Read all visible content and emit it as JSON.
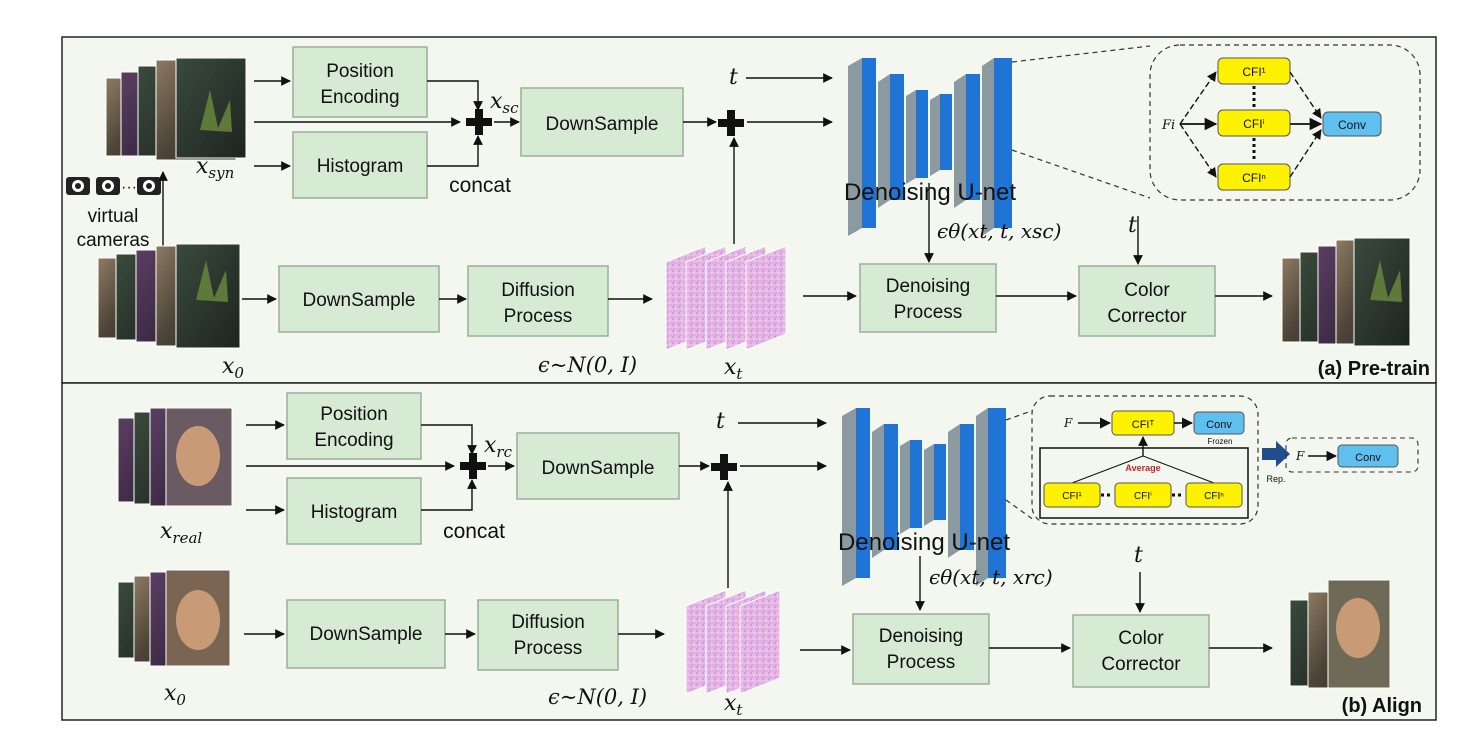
{
  "panels": {
    "pretrain": {
      "label": "(a) Pre-train",
      "position_encoding": [
        "Position",
        "Encoding"
      ],
      "histogram": "Histogram",
      "concat": "concat",
      "downsample_top": "DownSample",
      "downsample_bottom": "DownSample",
      "diffusion": [
        "Diffusion",
        "Process"
      ],
      "denoising": [
        "Denoising",
        "Process"
      ],
      "color_corrector": [
        "Color",
        "Corrector"
      ],
      "unet": "Denoising U-net",
      "virtual_cameras": [
        "virtual",
        "cameras"
      ],
      "camera_dots": "···",
      "x_sc": "x",
      "x_sc_sub": "sc",
      "x_syn": "x",
      "x_syn_sub": "syn",
      "x0": "x",
      "x0_sub": "0",
      "xt": "x",
      "xt_sub": "t",
      "t1": "t",
      "t2": "t",
      "epsilon_noise": "ϵ∼N(0, I)",
      "epsilon_theta": "ϵθ(xt, t, xsc)",
      "inset": {
        "fi": "Fi",
        "cfi1": "CFI¹",
        "cfii": "CFIⁱ",
        "cfin": "CFIⁿ",
        "conv": "Conv"
      }
    },
    "align": {
      "label": "(b) Align",
      "position_encoding": [
        "Position",
        "Encoding"
      ],
      "histogram": "Histogram",
      "concat": "concat",
      "downsample_top": "DownSample",
      "downsample_bottom": "DownSample",
      "diffusion": [
        "Diffusion",
        "Process"
      ],
      "denoising": [
        "Denoising",
        "Process"
      ],
      "color_corrector": [
        "Color",
        "Corrector"
      ],
      "unet": "Denoising U-net",
      "x_rc": "x",
      "x_rc_sub": "rc",
      "x_real": "x",
      "x_real_sub": "real",
      "x0": "x",
      "x0_sub": "0",
      "xt": "x",
      "xt_sub": "t",
      "t1": "t",
      "t2": "t",
      "epsilon_noise": "ϵ∼N(0, I)",
      "epsilon_theta": "ϵθ(xt, t, xrc)",
      "inset": {
        "f": "F",
        "cfit": "CFIᵀ",
        "conv": "Conv",
        "frozen": "Frozen",
        "average": "Average",
        "cfi1": "CFI¹",
        "cfii": "CFIⁱ",
        "cfin": "CFIⁿ",
        "rep": "Rep.",
        "f2": "F",
        "conv2": "Conv"
      }
    }
  },
  "colors": {
    "box_fill": "#d6ead4",
    "panel_fill": "#f3f7ef",
    "unet_blue": "#1f74d6",
    "unet_grey": "#8a9aa0",
    "cfi_yellow": "#fff200",
    "conv_blue": "#5fc0f0",
    "average_red": "#c0272d"
  }
}
